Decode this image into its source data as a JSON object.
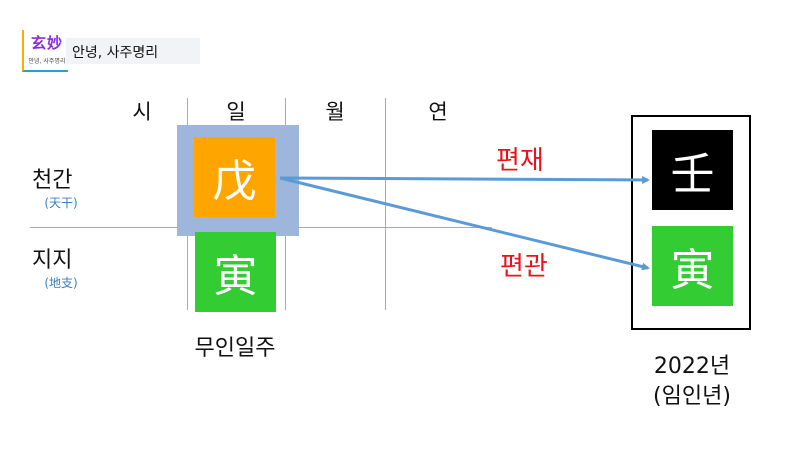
{
  "brand": {
    "logo_main": "玄妙",
    "logo_sub": "안녕, 사주명리",
    "title": "안녕, 사주명리"
  },
  "columns": [
    "시",
    "일",
    "월",
    "연"
  ],
  "rows": {
    "stem": {
      "label": "천간",
      "sub": "(天干)"
    },
    "branch": {
      "label": "지지",
      "sub": "(地支)"
    }
  },
  "day_pillar": {
    "stem_char": "戊",
    "branch_char": "寅",
    "caption": "무인일주",
    "stem_color": "#ffa500",
    "branch_color": "#33cc33",
    "highlight_color": "#9fb6dc"
  },
  "year_pillar": {
    "stem_char": "壬",
    "branch_char": "寅",
    "year": "2022년",
    "ganji": "(임인년)",
    "stem_color": "#000000",
    "branch_color": "#33cc33"
  },
  "relations": {
    "to_stem": "편재",
    "to_branch": "편관",
    "label_color": "#e8141c",
    "arrow_color": "#5b9bd5"
  }
}
